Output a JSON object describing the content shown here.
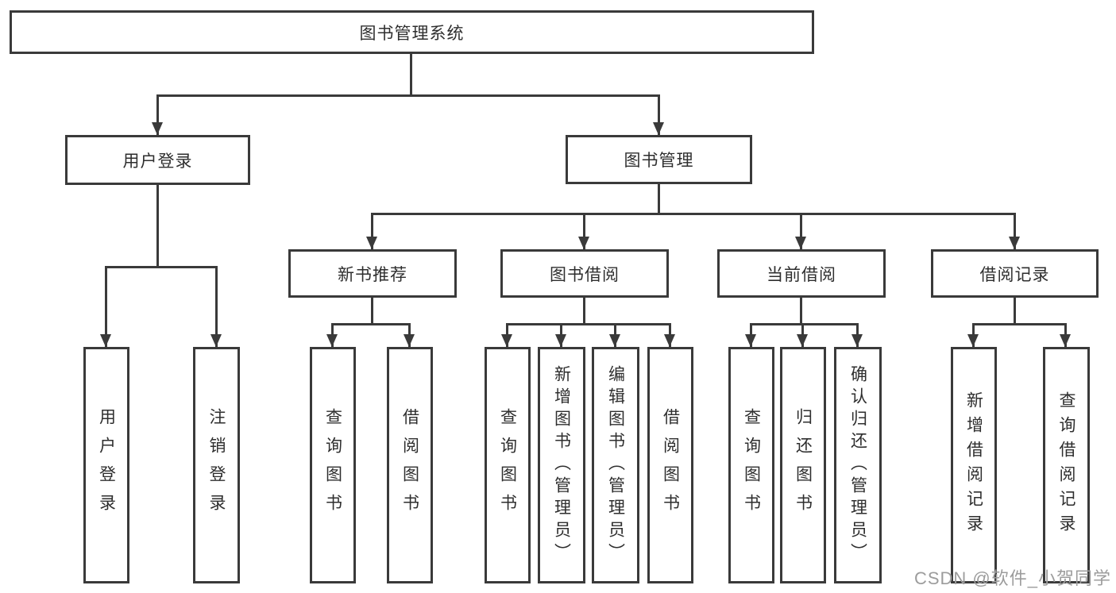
{
  "diagram": {
    "root": {
      "label": "图书管理系统"
    },
    "level2": [
      {
        "label": "用户登录"
      },
      {
        "label": "图书管理"
      }
    ],
    "level3": [
      {
        "label": "新书推荐"
      },
      {
        "label": "图书借阅"
      },
      {
        "label": "当前借阅"
      },
      {
        "label": "借阅记录"
      }
    ],
    "leaves": {
      "user_login": [
        "用户登录",
        "注销登录"
      ],
      "new_book_rec": [
        "查询图书",
        "借阅图书"
      ],
      "book_borrow": [
        "查询图书",
        "新增图书（管理员）",
        "编辑图书（管理员）",
        "借阅图书"
      ],
      "current_borrow": [
        "查询图书",
        "归还图书",
        "确认归还（管理员）"
      ],
      "borrow_records": [
        "新增借阅记录",
        "查询借阅记录"
      ]
    }
  },
  "watermark": {
    "text": "CSDN @软件_小贺同学"
  },
  "colors": {
    "line": "#3a3a3a",
    "text": "#2e2e2e",
    "watermark": "#9c9c9c",
    "background": "#ffffff"
  }
}
